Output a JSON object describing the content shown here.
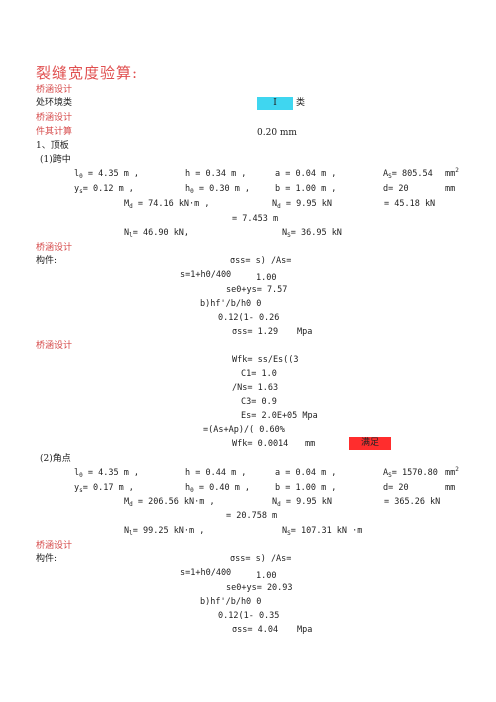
{
  "title": "裂缝宽度验算:",
  "sec_label": "桥涵设计",
  "env": {
    "label": "处环境类",
    "class_value": "Ⅰ",
    "class_suffix": "类"
  },
  "limit": {
    "label": "件其计算",
    "value": "0.20  mm"
  },
  "part1": "1、顶板",
  "mid_span": {
    "heading": "(1)跨中",
    "r1": {
      "l0": "= 4.35 m ,",
      "h": "= 0.34 m ,",
      "a": "= 0.04 m ,",
      "As": "= 805.54",
      "As_unit": "mm"
    },
    "r2": {
      "ys": "= 0.12 m ,",
      "h0": "= 0.30 m ,",
      "b": "= 1.00 m ,",
      "d": "= 20",
      "d_unit": "mm"
    },
    "r3": {
      "Md": "=   74.16 kN·m  ,",
      "Nd": "= 9.95 kN",
      "extra": "= 45.18 kN"
    },
    "r4": "=  7.453  m",
    "r5": {
      "Nl": "=  46.90 kN,",
      "Ns": "= 36.95 kN"
    }
  },
  "calc_a": {
    "member_label": "构件:",
    "l1": "σss= s) /As=",
    "l2": "s=1+h0/400",
    "l2v": "1.00",
    "l3": "se0+ys= 7.57",
    "l4": "b)hf'/b/h0 0",
    "l5": "0.12(1- 0.26",
    "l6": "σss= 1.29",
    "l6u": "Mpa"
  },
  "calc_b": {
    "l1": "Wfk= ss/Es((3",
    "l2": "C1= 1.0",
    "l3": "/Ns= 1.63",
    "l4": "C3= 0.9",
    "l5": "Es= 2.0E+05  Mpa",
    "l6": "=(As+Ap)/( 0.60%",
    "l7": "Wfk= 0.0014",
    "l7u": "mm",
    "result": "满足"
  },
  "corner": {
    "heading": "(2)角点",
    "r1": {
      "l0": "= 4.35 m ,",
      "h": "= 0.44 m ,",
      "a": "= 0.04 m ,",
      "As": "= 1570.80",
      "As_unit": "mm"
    },
    "r2": {
      "ys": "= 0.17 m ,",
      "h0": "= 0.40 m ,",
      "b": "= 1.00 m ,",
      "d": "= 20",
      "d_unit": "mm"
    },
    "r3": {
      "Md": "=   206.56 kN·m  ,",
      "Nd": "= 9.95 kN",
      "extra": "= 365.26 kN"
    },
    "r4": "= 20.758  m",
    "r5": {
      "Nl": "=    99.25 kN·m  ,",
      "Ns": "= 107.31 kN  ·m"
    }
  },
  "calc_c": {
    "member_label": "构件:",
    "l1": "σss= s) /As=",
    "l2": "s=1+h0/400",
    "l2v": "1.00",
    "l3": "se0+ys= 20.93",
    "l4": "b)hf'/b/h0 0",
    "l5": "0.12(1- 0.35",
    "l6": "σss= 4.04",
    "l6u": "Mpa"
  },
  "colors": {
    "accent_red": "#e05050",
    "highlight_blue": "#3fd6f0",
    "highlight_red": "#ff2d2d"
  }
}
